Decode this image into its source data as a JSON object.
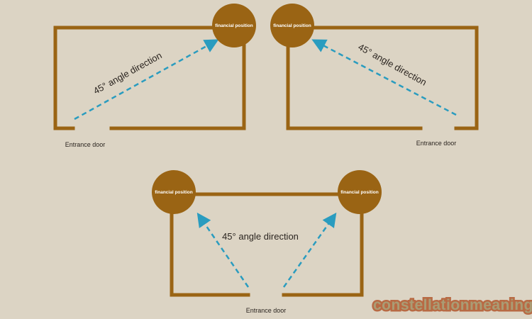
{
  "labels": {
    "financial_position": "financial position",
    "angle_direction": "45° angle direction",
    "entrance_door": "Entrance door"
  },
  "watermark": "constellationmeaning",
  "colors": {
    "background": "#dcd4c4",
    "wall": "#9a6414",
    "arrow": "#2a9cbf",
    "watermark_fill": "#aa9c74",
    "watermark_stroke": "#b86a44"
  }
}
